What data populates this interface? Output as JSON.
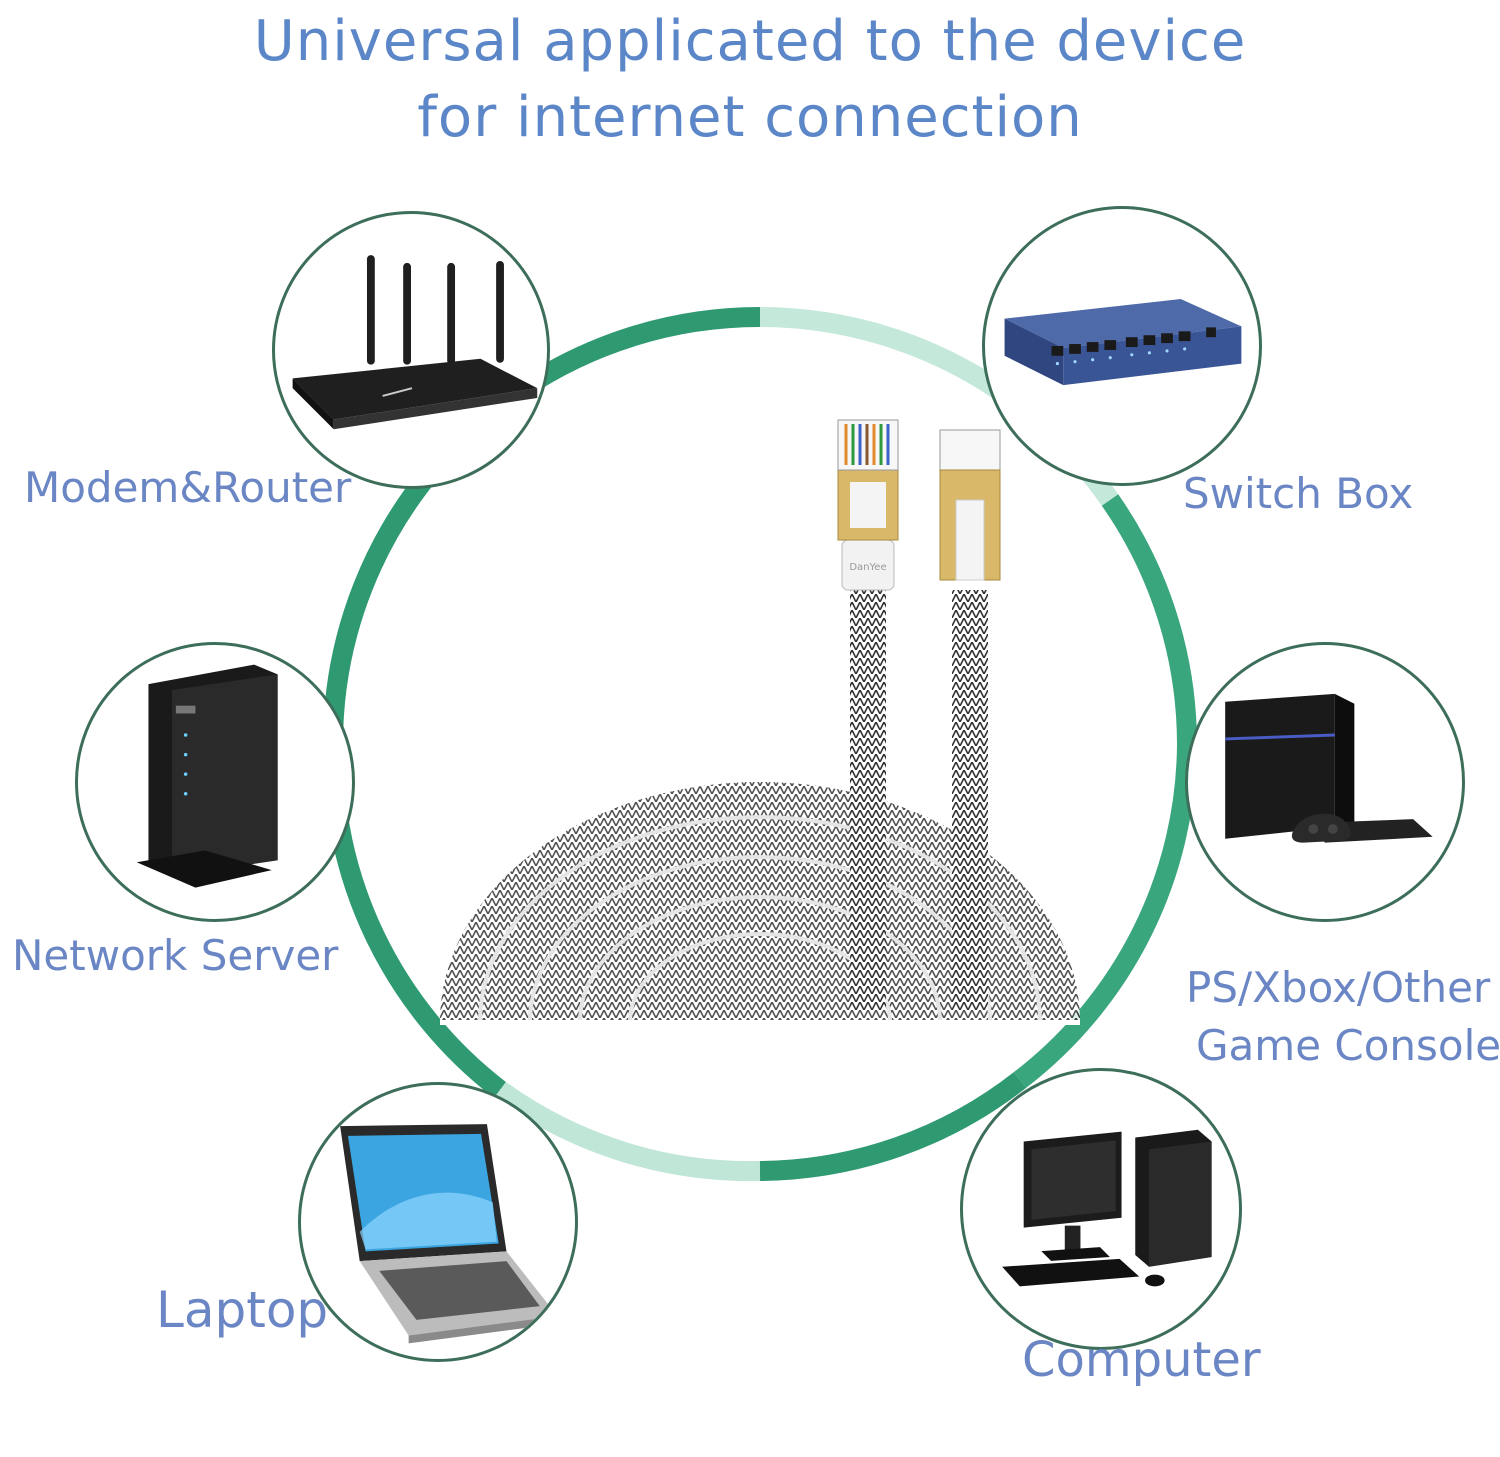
{
  "title": {
    "line1": "Universal applicated to the device",
    "line2": "for internet connection"
  },
  "devices": [
    {
      "key": "router",
      "label": "Modem&Router",
      "icon": "router-icon"
    },
    {
      "key": "switch",
      "label": "Switch Box",
      "icon": "switch-icon"
    },
    {
      "key": "server",
      "label": "Network Server",
      "icon": "server-icon"
    },
    {
      "key": "console",
      "label_line1": "PS/Xbox/Other",
      "label_line2": "Game Console",
      "icon": "game-console-icon"
    },
    {
      "key": "laptop",
      "label": "Laptop",
      "icon": "laptop-icon"
    },
    {
      "key": "computer",
      "label": "Computer",
      "icon": "computer-icon"
    }
  ],
  "cable": {
    "brand": "DanYee"
  },
  "colors": {
    "title_text": "#5b86c8",
    "label_text": "#6b86c4",
    "ring_dark": "#2f9a72",
    "ring_light": "#bfe6d6",
    "circle_border": "#3d6e5a"
  }
}
